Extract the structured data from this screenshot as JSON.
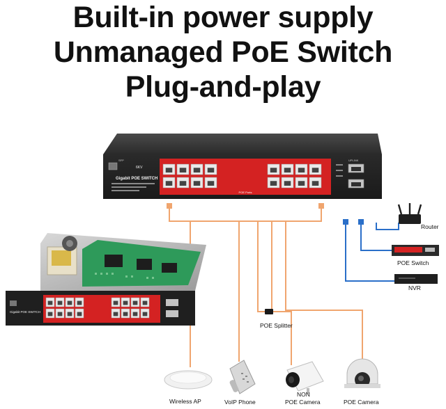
{
  "headline": {
    "line1": "Built-in power supply",
    "line2": "Unmanaged PoE Switch",
    "line3": "Plug-and-play"
  },
  "switch": {
    "brand": "Gigabit POE SWITCH",
    "surge": "6KV",
    "ports_caption": "POE Ports",
    "sfp_label": "SFP",
    "uplink_label": "UPLINK"
  },
  "devices": {
    "router": "Router",
    "poe_switch": "POE Switch",
    "nvr": "NVR",
    "poe_splitter": "POE Splitter",
    "wireless_ap": "Wireless AP",
    "voip_phone": "VoIP Phone",
    "non_poe_camera_line1": "NON",
    "non_poe_camera_line2": "POE Camera",
    "poe_camera": "POE Camera"
  },
  "colors": {
    "poe_link": "#f0a56e",
    "uplink": "#2a6fc9",
    "chassis": "#2b2b2b",
    "port_panel": "#d42222",
    "pcb": "#2e9a5a"
  }
}
